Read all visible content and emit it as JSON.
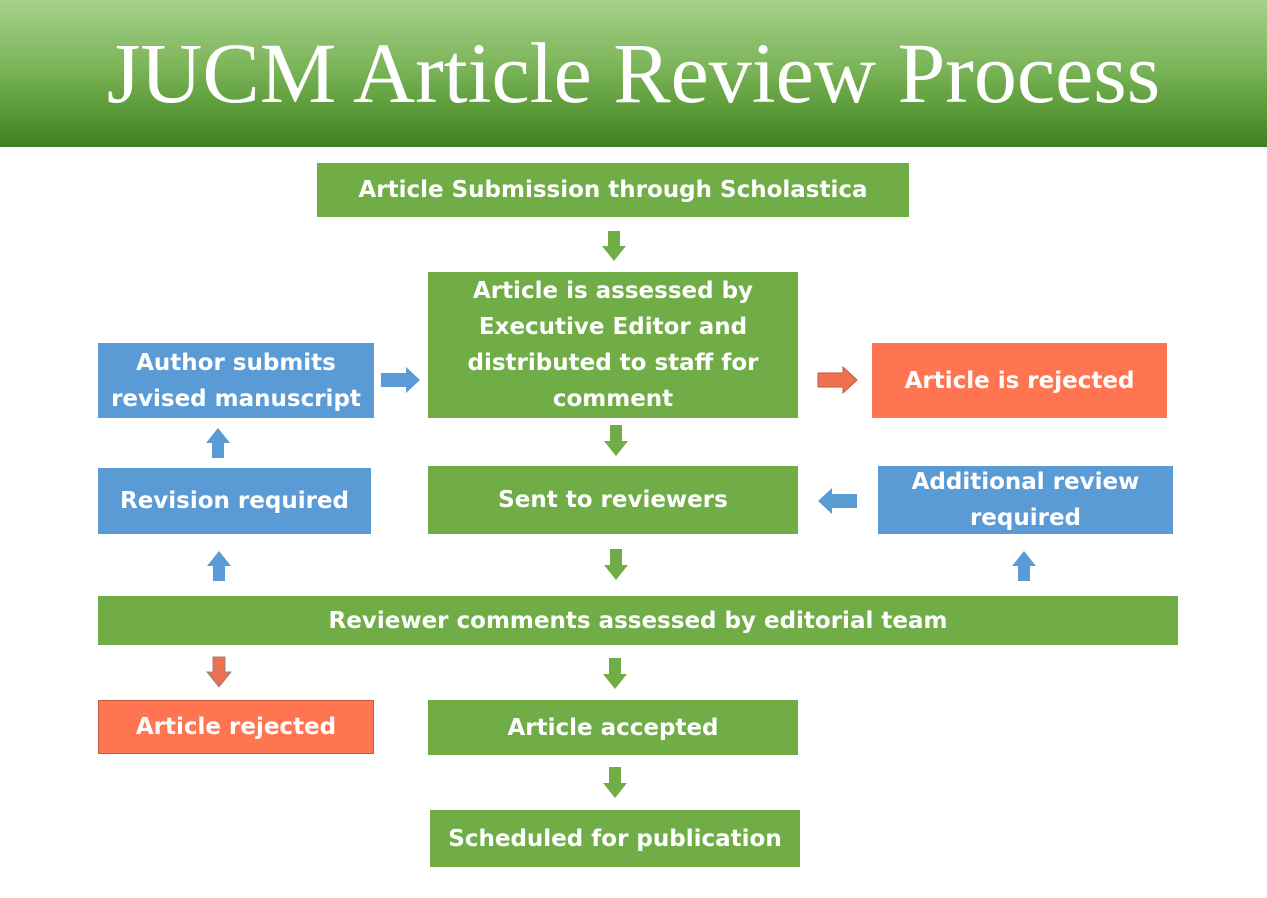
{
  "title": "JUCM Article Review Process",
  "steps": {
    "submission": "Article Submission through Scholastica",
    "assessed": "Article is assessed by Executive Editor and distributed to staff for comment",
    "author_revised": "Author submits revised manuscript",
    "rejected_initial": "Article is rejected",
    "revision_required": "Revision required",
    "sent_reviewers": "Sent to reviewers",
    "additional_review": "Additional review required",
    "comments_assessed": "Reviewer comments assessed by editorial team",
    "article_rejected": "Article rejected",
    "article_accepted": "Article accepted",
    "scheduled": "Scheduled for publication"
  },
  "colors": {
    "green": "#70ad47",
    "blue": "#5b9bd5",
    "red": "#ff7552",
    "header_top": "#a6d18a",
    "header_bottom": "#3f7f24"
  }
}
